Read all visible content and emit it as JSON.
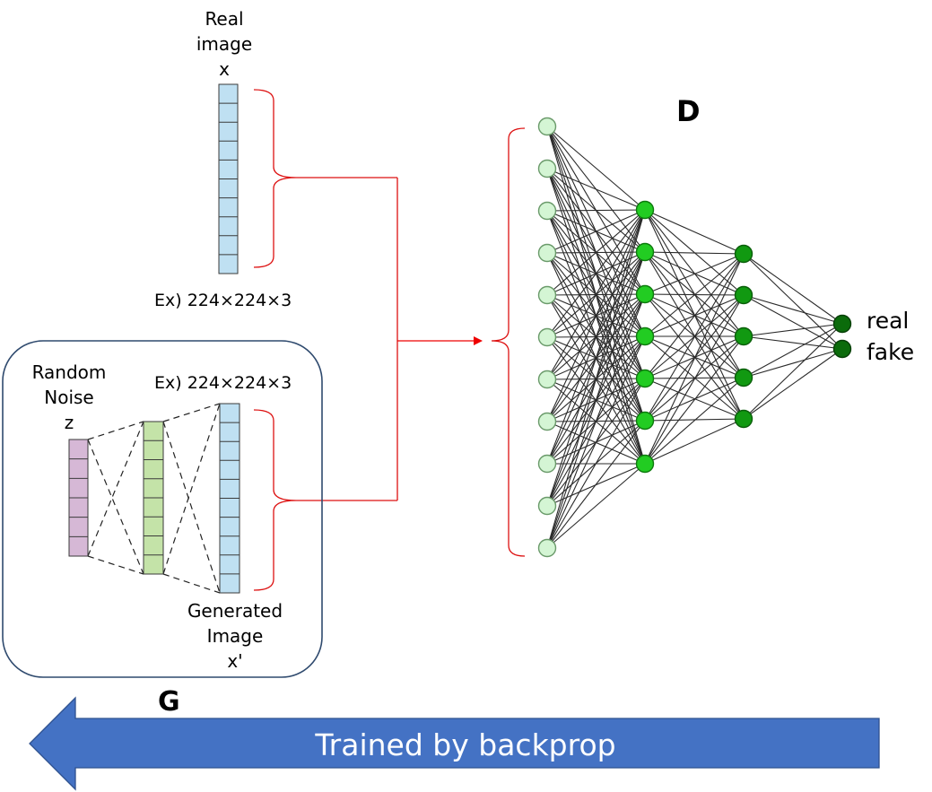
{
  "real_image": {
    "label_lines": [
      "Real",
      "image",
      "x"
    ],
    "size_label": "Ex) 224×224×3"
  },
  "generator": {
    "title": "G",
    "noise_label_lines": [
      "Random",
      "Noise",
      "z"
    ],
    "size_label": "Ex) 224×224×3",
    "generated_label_lines": [
      "Generated",
      "Image",
      "x'"
    ]
  },
  "discriminator": {
    "title": "D",
    "layers": [
      11,
      7,
      5,
      2
    ],
    "outputs": [
      "real",
      "fake"
    ],
    "colors": {
      "input_fill": "#d4f5d4",
      "hidden1_fill": "#22cc22",
      "hidden2_fill": "#119911",
      "output_fill": "#0b6b0b"
    }
  },
  "backprop_arrow": {
    "label": "Trained by backprop",
    "color": "#4472c4"
  },
  "colors": {
    "real_vector": "#bfe0f2",
    "noise_vector": "#d6b8d6",
    "hidden_vector": "#c4e3a8",
    "bracket": "#dd1111"
  }
}
